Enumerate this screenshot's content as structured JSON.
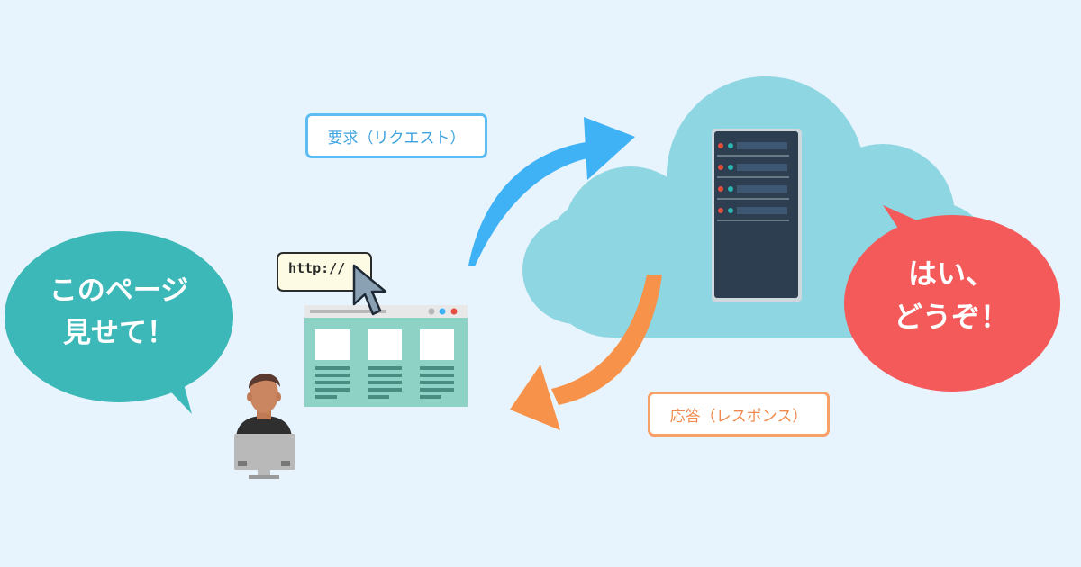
{
  "left_bubble": {
    "lines": [
      "このページ",
      "見せて！"
    ],
    "color": "#3db8b8"
  },
  "right_bubble": {
    "lines": [
      "はい、",
      "どうぞ！"
    ],
    "color": "#f45a5a"
  },
  "request_label": "要求（リクエスト）",
  "response_label": "応答（レスポンス）",
  "url_box": "http://",
  "colors": {
    "background": "#e8f4fd",
    "cloud": "#8fd6e3",
    "request_arrow": "#3fb2f5",
    "response_arrow": "#f7924a",
    "server_body": "#2c3e50",
    "browser_body": "#8ed2c6"
  },
  "icons": [
    "user-icon",
    "monitor-icon",
    "browser-window-icon",
    "cursor-icon",
    "server-icon",
    "cloud-icon"
  ]
}
